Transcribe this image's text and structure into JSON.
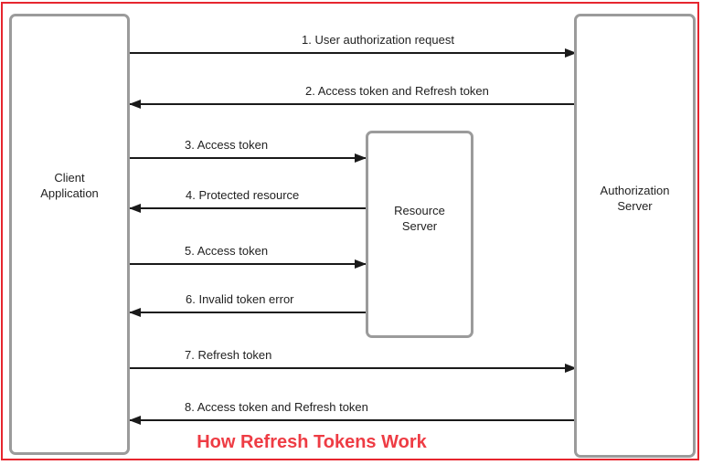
{
  "diagram": {
    "title": "How Refresh Tokens Work",
    "nodes": {
      "client": {
        "line1": "Client",
        "line2": "Application"
      },
      "resource": {
        "line1": "Resource",
        "line2": "Server"
      },
      "auth": {
        "line1": "Authorization",
        "line2": "Server"
      }
    },
    "messages": [
      {
        "step": 1,
        "label": "1. User authorization request",
        "from": "Client Application",
        "to": "Authorization Server",
        "direction": "right"
      },
      {
        "step": 2,
        "label": "2. Access token and Refresh token",
        "from": "Authorization Server",
        "to": "Client Application",
        "direction": "left"
      },
      {
        "step": 3,
        "label": "3. Access token",
        "from": "Client Application",
        "to": "Resource Server",
        "direction": "right"
      },
      {
        "step": 4,
        "label": "4. Protected resource",
        "from": "Resource Server",
        "to": "Client Application",
        "direction": "left"
      },
      {
        "step": 5,
        "label": "5. Access token",
        "from": "Client Application",
        "to": "Resource Server",
        "direction": "right"
      },
      {
        "step": 6,
        "label": "6. Invalid token error",
        "from": "Resource Server",
        "to": "Client Application",
        "direction": "left"
      },
      {
        "step": 7,
        "label": "7. Refresh token",
        "from": "Client Application",
        "to": "Authorization Server",
        "direction": "right"
      },
      {
        "step": 8,
        "label": "8. Access token and Refresh token",
        "from": "Authorization Server",
        "to": "Client Application",
        "direction": "left"
      }
    ],
    "colors": {
      "frame_red": "#e6262f",
      "title_red": "#ee3c44",
      "box_border_gray": "#9b9b9b",
      "line_black": "#1a1a1a"
    }
  }
}
